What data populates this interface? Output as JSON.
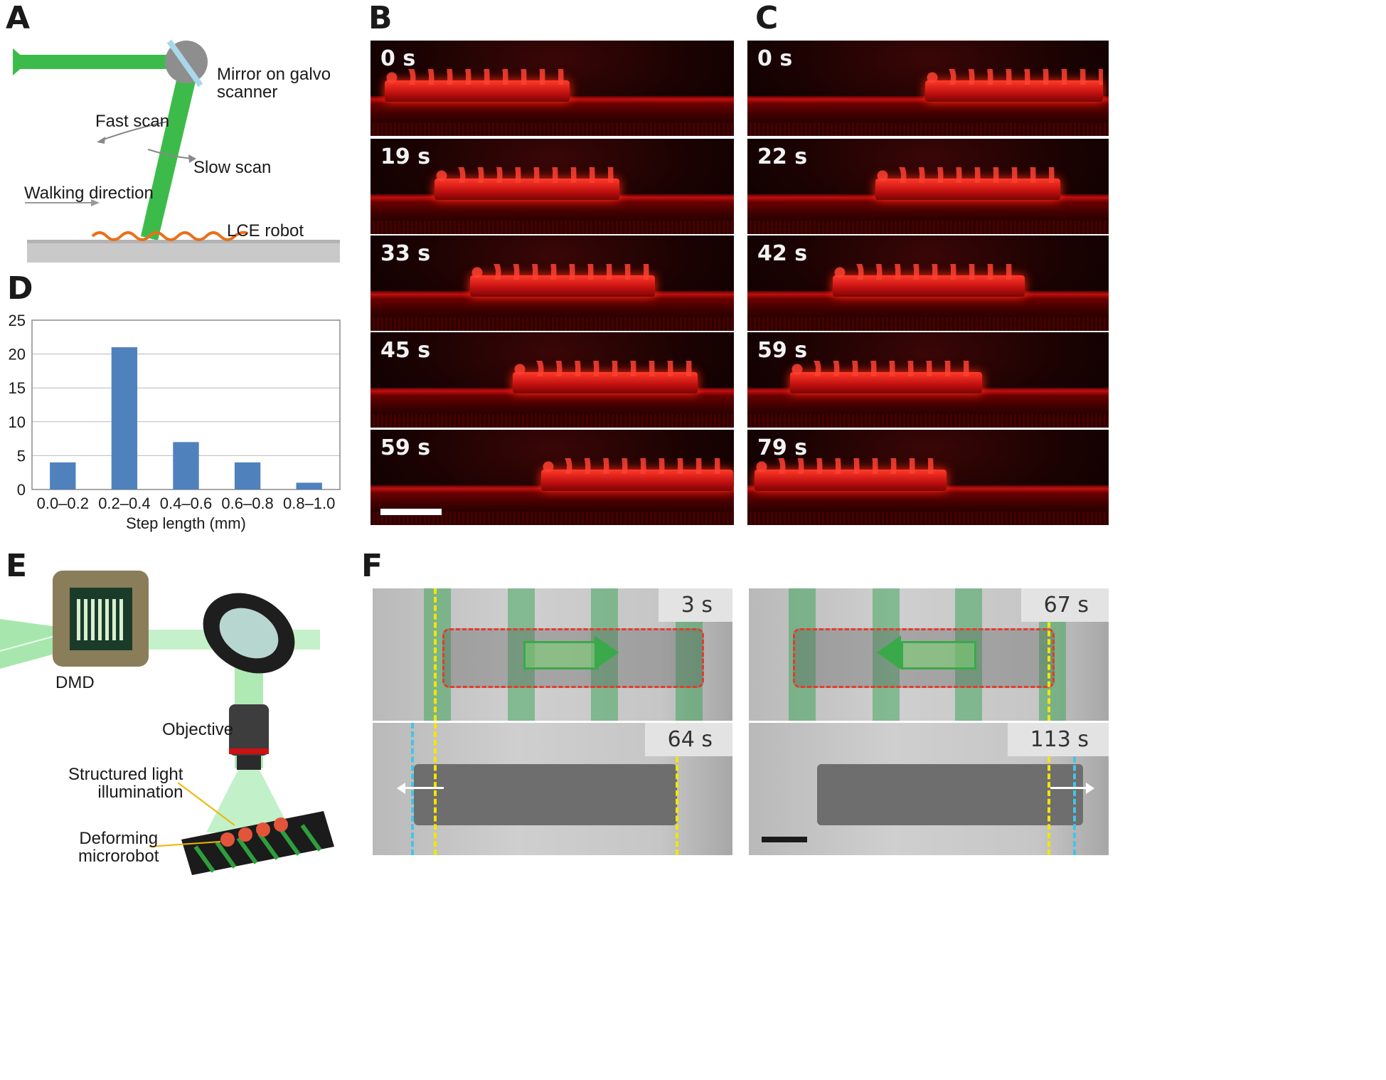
{
  "panels": {
    "A": {
      "label": "A",
      "mirror": "Mirror on galvo\nscanner",
      "fast_scan": "Fast scan",
      "slow_scan": "Slow scan",
      "walking": "Walking direction",
      "robot": "LCE robot"
    },
    "B": {
      "label": "B",
      "times": [
        "0 s",
        "19 s",
        "33 s",
        "45 s",
        "59 s"
      ]
    },
    "C": {
      "label": "C",
      "times": [
        "0 s",
        "22 s",
        "42 s",
        "59 s",
        "79 s"
      ]
    },
    "D": {
      "label": "D"
    },
    "E": {
      "label": "E",
      "dmd": "DMD",
      "objective": "Objective",
      "structured": "Structured light\nillumination",
      "deforming": "Deforming\nmicrorobot"
    },
    "F": {
      "label": "F",
      "times": [
        "3 s",
        "67 s",
        "64 s",
        "113 s"
      ]
    }
  },
  "colors": {
    "bar": "#4f81bd",
    "beam": "#3dbb4a",
    "robot_orange": "#e8701a",
    "fluor_red": "#e81a12",
    "dash_yellow": "#f2e600",
    "dash_red": "#e83a2a",
    "dash_blue": "#46c3e8"
  },
  "chart_data": {
    "type": "bar",
    "categories": [
      "0.0–0.2",
      "0.2–0.4",
      "0.4–0.6",
      "0.6–0.8",
      "0.8–1.0"
    ],
    "values": [
      4,
      21,
      7,
      4,
      1
    ],
    "xlabel": "Step length (mm)",
    "ylabel": "",
    "ylim": [
      0,
      25
    ],
    "yticks": [
      0,
      5,
      10,
      15,
      20,
      25
    ],
    "grid": true
  }
}
